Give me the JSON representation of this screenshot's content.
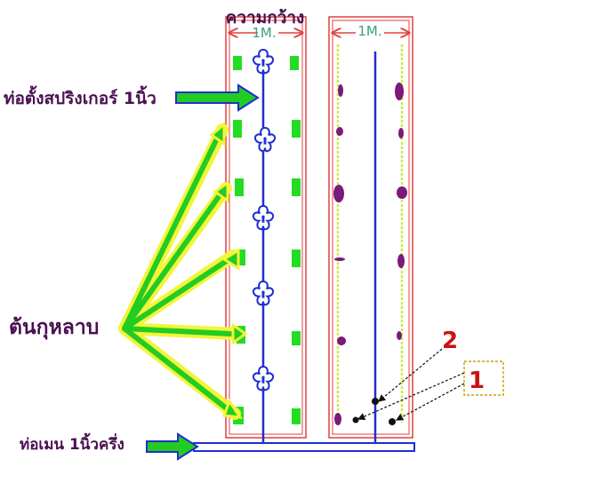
{
  "title": "ความกว้าง",
  "width_left": "1M.",
  "width_right": "1M.",
  "sprinkler_label": "ท่อตั้งสปริงเกอร์ 1นิ้ว",
  "rose_label": "ต้นกุหลาบ",
  "main_pipe_label": "ท่อเมน 1นิ้วครึ่ง",
  "callout_1": "1",
  "callout_2": "2",
  "colors": {
    "bed_border": "#e04040",
    "pipe": "#1f2fd0",
    "plant_green": "#22dd22",
    "dot_purple": "#7a1a7a",
    "label_text": "#4a1050",
    "dimension_text": "#3aa07a",
    "callout_red": "#cc1111",
    "arrow_fill": "#22cc22",
    "arrow_glow": "#f4f43a"
  }
}
